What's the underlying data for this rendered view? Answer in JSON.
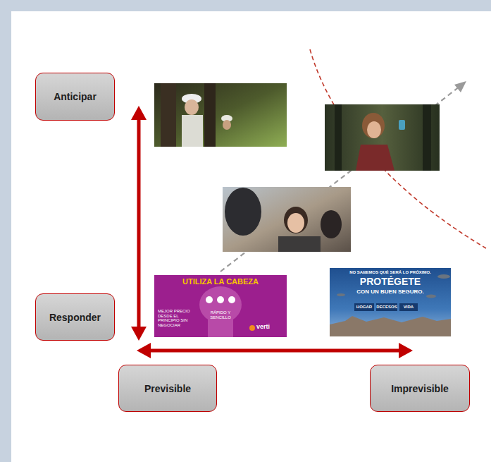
{
  "diagram": {
    "nodes": [
      {
        "text": [
          "Anticipar"
        ]
      },
      {
        "text": [
          "Responder"
        ]
      },
      {
        "text": [
          "Previsible"
        ]
      },
      {
        "text": [
          "Imprevisible"
        ]
      }
    ],
    "labels": [
      "UTILIZA LA CABEZA",
      "MEJOR PRECIO DESDE EL PRINCIPIO SIN NEGOCIAR",
      "RÁPIDO Y SENCILLO",
      "verti",
      "NO SABEMOS QUÉ SERÁ LO PRÓXIMO.",
      "PROTÉGETE",
      "CON UN BUEN SEGURO.",
      "HOGAR",
      "DECESOS",
      "VIDA"
    ]
  }
}
